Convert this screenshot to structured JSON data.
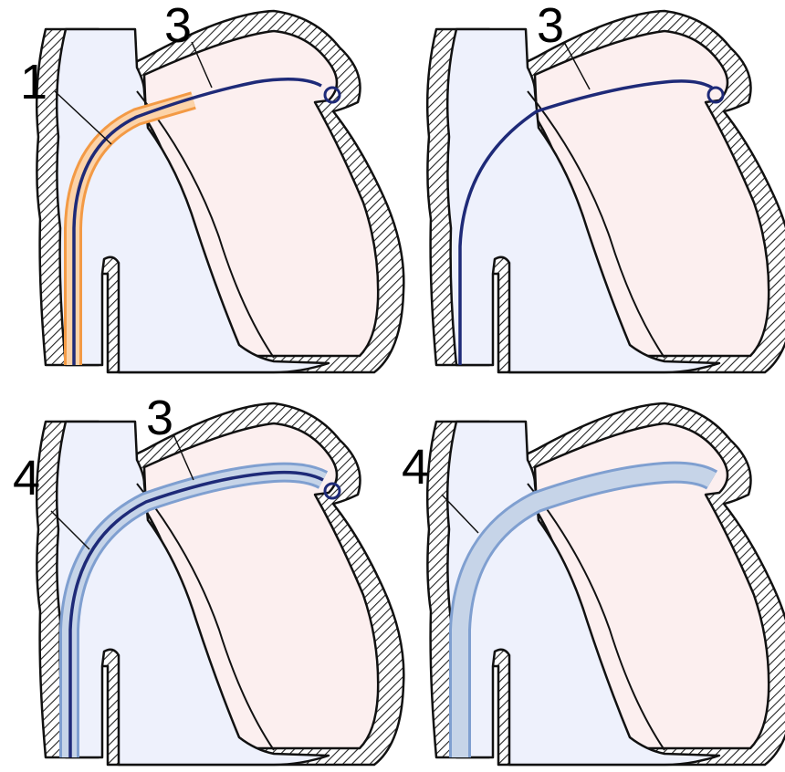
{
  "colors": {
    "wall_outline": "#111111",
    "wall_hatch": "#222222",
    "vessel_fill": "#EEF1FC",
    "chamber_fill": "#FCEFEF",
    "guidewire": "#1E2A78",
    "catheter_orange_fill": "#FCD3A8",
    "catheter_orange_edge": "#F39A45",
    "sheath_blue_fill": "#C6D4E8",
    "sheath_blue_edge": "#7F9FD0"
  },
  "panels": [
    {
      "id": "top-left",
      "labels": [
        "1",
        "3"
      ],
      "devices": [
        "orange-catheter",
        "guidewire"
      ]
    },
    {
      "id": "top-right",
      "labels": [
        "3"
      ],
      "devices": [
        "guidewire"
      ]
    },
    {
      "id": "bottom-left",
      "labels": [
        "4",
        "3"
      ],
      "devices": [
        "blue-sheath",
        "guidewire"
      ]
    },
    {
      "id": "bottom-right",
      "labels": [
        "4"
      ],
      "devices": [
        "blue-sheath"
      ]
    }
  ]
}
